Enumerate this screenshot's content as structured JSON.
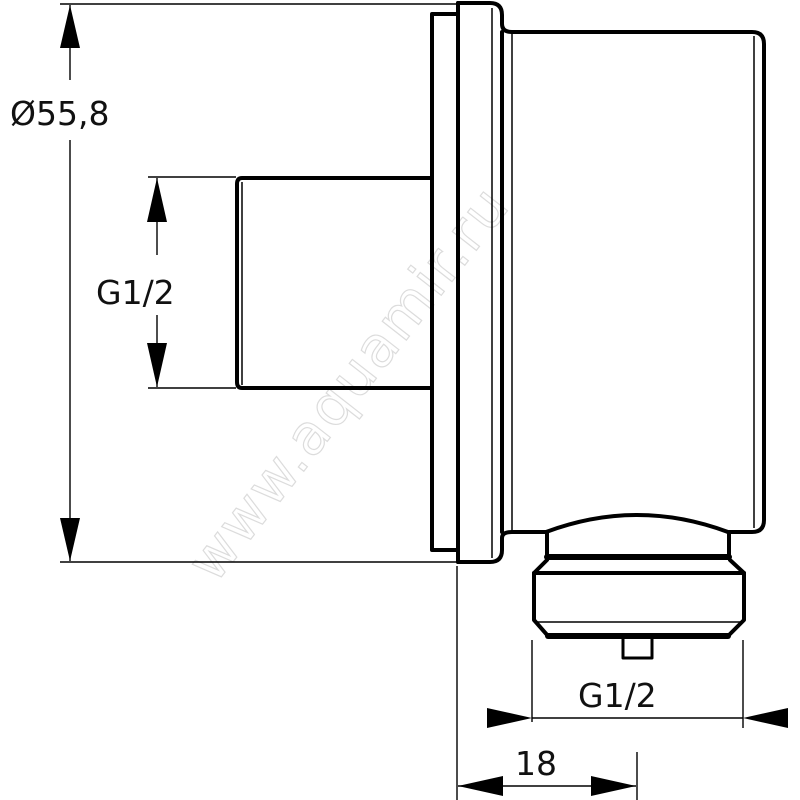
{
  "drawing": {
    "subject": "Wall connection elbow (side view)",
    "watermark": "www.aquamir.ru",
    "dimensions": {
      "overall_diameter": {
        "label": "Ø55,8",
        "orientation": "vertical",
        "description": "Wall flange outer diameter"
      },
      "inlet_thread": {
        "label": "G1/2",
        "orientation": "vertical",
        "description": "Rear threaded inlet"
      },
      "outlet_thread": {
        "label": "G1/2",
        "orientation": "horizontal",
        "description": "Bottom threaded outlet"
      },
      "outlet_offset": {
        "label": "18",
        "orientation": "horizontal",
        "description": "Distance from wall plane to outlet centre"
      }
    },
    "colors": {
      "line": "#000000",
      "background": "#ffffff",
      "watermark": "#dcdcdc"
    }
  }
}
